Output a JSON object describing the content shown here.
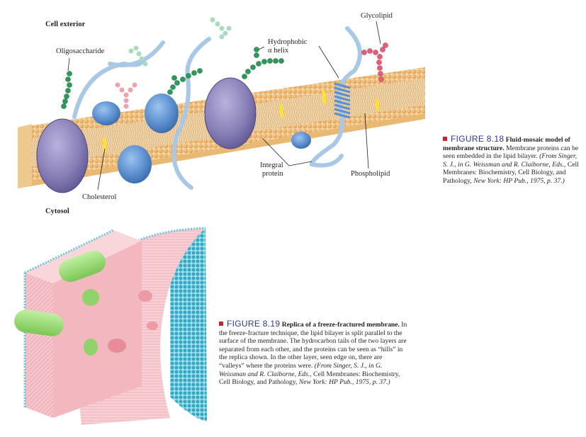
{
  "fig818": {
    "labels": {
      "cell_exterior": "Cell exterior",
      "oligosaccharide": "Oligosaccharide",
      "hydrophobic_line1": "Hydrophobic",
      "hydrophobic_line2": "α helix",
      "glycolipid": "Glycolipid",
      "integral_line1": "Integral",
      "integral_line2": "protein",
      "cholesterol": "Cholesterol",
      "phospholipid": "Phospholipid",
      "cytosol": "Cytosol"
    },
    "caption": {
      "fig": "FIGURE 8.18",
      "title": "Fluid-mosaic model of membrane structure.",
      "body": "Membrane proteins can be seen embedded in the lipid bilayer.",
      "cite_italic": "(From Singer, S. J., in G. Weissman and R. Claiborne, Eds.,",
      "cite_roman": "Cell Membranes: Biochemistry, Cell Biology, and Pathology,",
      "cite_italic2": "New York: HP Pub., 1975, p. 37.)"
    }
  },
  "fig819": {
    "caption": {
      "fig": "FIGURE 8.19",
      "title": "Replica of a freeze-fractured membrane.",
      "body": "In the freeze-fracture technique, the lipid bilayer is split parallel to the surface of the membrane. The hydrocarbon tails of the two layers are separated from each other, and the proteins can be seen as “hills” in the replica shown. In the other layer, seen edge on, there are “valleys” where the proteins were.",
      "cite_italic": "(From Singer, S. J., in G. Weissman and R. Claiborne, Eds.,",
      "cite_roman": "Cell Membranes: Biochemistry, Cell Biology, and Pathology,",
      "cite_italic2": "New York: HP Pub., 1975, p. 37.)"
    }
  },
  "colors": {
    "accent_square": "#c1272d",
    "figure_number": "#2b3990",
    "lipid_head": "#e8b36a",
    "integral_protein": "#8a82b8",
    "peripheral_protein": "#5b8fcf",
    "oligosaccharide": "#2e9a5a",
    "glycolipid_sugar": "#e0607a",
    "freeze_pink": "#f2b8c0",
    "freeze_blue": "#3fb0c9",
    "freeze_green": "#8fd36a"
  }
}
